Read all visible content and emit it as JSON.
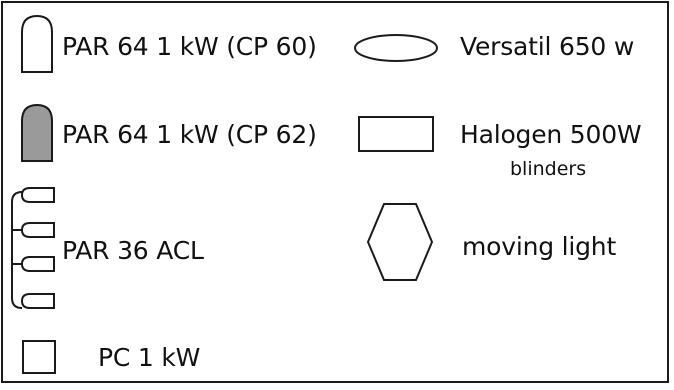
{
  "legend": {
    "items": [
      {
        "symbol": "par64-cp60-icon",
        "label": "PAR 64 1 kW (CP 60)",
        "fill": "#ffffff"
      },
      {
        "symbol": "par64-cp62-icon",
        "label": "PAR 64 1 kW (CP 62)",
        "fill": "#9a9a9a"
      },
      {
        "symbol": "par36-acl-icon",
        "label": "PAR 36 ACL"
      },
      {
        "symbol": "pc-1kw-icon",
        "label": "PC 1 kW"
      },
      {
        "symbol": "versatil-icon",
        "label": "Versatil 650 w"
      },
      {
        "symbol": "halogen-icon",
        "label": "Halogen 500W",
        "sublabel": "blinders"
      },
      {
        "symbol": "moving-light-icon",
        "label": "moving light"
      }
    ],
    "colors": {
      "stroke": "#1a1a1a",
      "filled_lamp": "#9a9a9a",
      "background": "#ffffff"
    }
  }
}
